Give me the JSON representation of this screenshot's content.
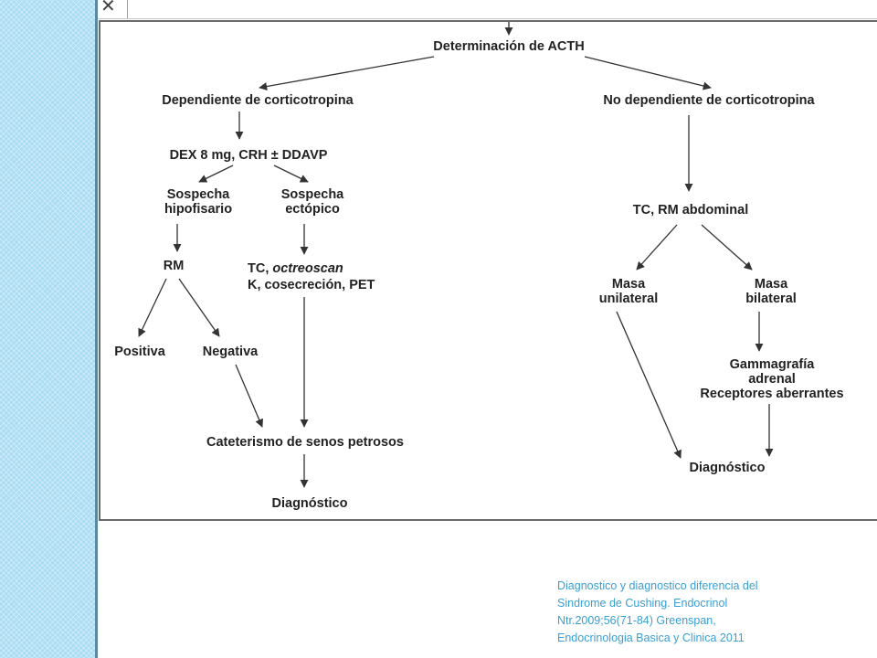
{
  "toolbar": {
    "close_glyph": "✕"
  },
  "diagram": {
    "nodes": {
      "acth": "Determinación de ACTH",
      "dep": "Dependiente de corticotropina",
      "nodep": "No dependiente de corticotropina",
      "dex": "DEX 8 mg, CRH ± DDAVP",
      "hipo_1": "Sospecha",
      "hipo_2": "hipofisario",
      "ecto_1": "Sospecha",
      "ecto_2": "ectópico",
      "rm": "RM",
      "tc_prefix": "TC, ",
      "tc_italic": "octreoscan",
      "tc_line2": "K, cosecreción, PET",
      "positiva": "Positiva",
      "negativa": "Negativa",
      "cateterismo": "Cateterismo de senos petrosos",
      "diag_left": "Diagnóstico",
      "tc_rm_abd": "TC, RM abdominal",
      "masa_uni_1": "Masa",
      "masa_uni_2": "unilateral",
      "masa_bi_1": "Masa",
      "masa_bi_2": "bilateral",
      "gamma_1": "Gammagrafía",
      "gamma_2": "adrenal",
      "gamma_3": "Receptores aberrantes",
      "diag_right": "Diagnóstico"
    }
  },
  "caption": {
    "line1": "Diagnostico y diagnostico diferencia del",
    "line2": "Sindrome de Cushing. Endocrinol",
    "line3": "Ntr.2009;56(71-84) Greenspan,",
    "line4": "Endocrinologia Basica y Clinica 2011"
  },
  "colors": {
    "side_strip": "#a9dcf3",
    "caption_text": "#3a9fd4",
    "diagram_text": "#222222"
  }
}
